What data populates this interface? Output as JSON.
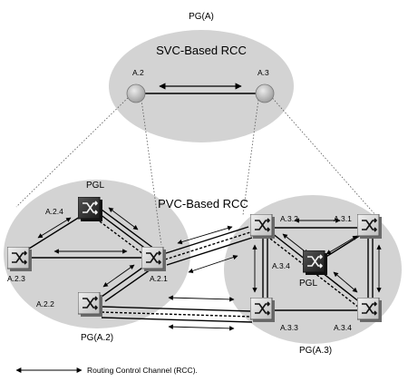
{
  "colors": {
    "ellipse_fill": "#d3d3d3",
    "ellipse_stroke": "#b8b8b8",
    "switch_dark": "#3a3a3a",
    "switch_light": "#d9d9d9",
    "line": "#000000"
  },
  "peer_groups": {
    "top": {
      "name": "PG(A)",
      "subtitle": "SVC-Based RCC"
    },
    "left": {
      "name": "PG(A.2)"
    },
    "right": {
      "name": "PG(A.3)"
    }
  },
  "middle_label": "PVC-Based RCC",
  "logical_nodes": {
    "a2": "A.2",
    "a3": "A.3"
  },
  "switches": {
    "a24": "A.2.4",
    "a23": "A.2.3",
    "a22": "A.2.2",
    "a21": "A.2.1",
    "a32": "A.3.2",
    "a31": "A.3.1",
    "a34_pgl": "A.3.4",
    "a33": "A.3.3",
    "a34": "A.3.4"
  },
  "pgl_labels": {
    "left": "PGL",
    "right": "PGL"
  },
  "legend": {
    "text": "Routing Control Channel (RCC)."
  },
  "icons": {
    "switch": "atm-switch-icon",
    "node": "logical-node-icon",
    "arrow": "double-arrow-icon"
  }
}
